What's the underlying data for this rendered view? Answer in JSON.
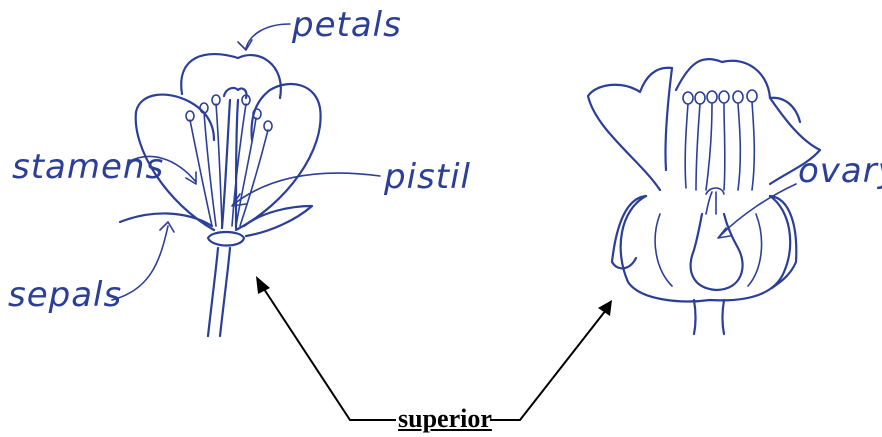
{
  "labels": {
    "petals": "petals",
    "stamens": "stamens",
    "pistil": "pistil",
    "sepals": "sepals",
    "ovary": "ovary",
    "superior": "superior"
  },
  "colors": {
    "ink": "#2b3f99",
    "arrow": "#000000",
    "background": "#ffffff"
  }
}
